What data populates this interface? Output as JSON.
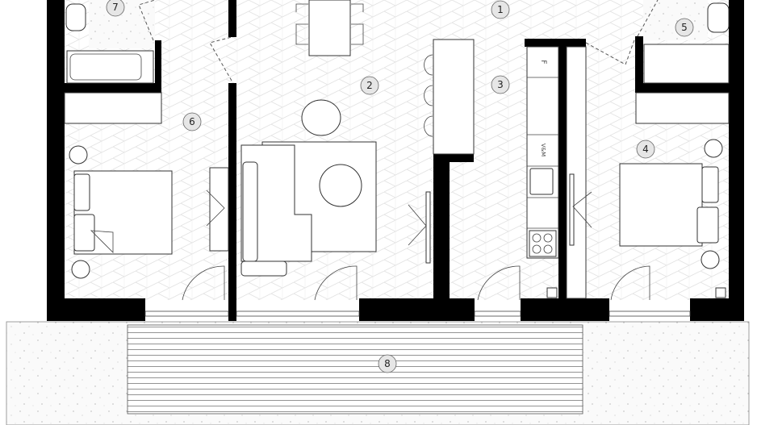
{
  "rooms": [
    {
      "number": "1"
    },
    {
      "number": "2"
    },
    {
      "number": "3"
    },
    {
      "number": "4"
    },
    {
      "number": "5"
    },
    {
      "number": "6"
    },
    {
      "number": "7"
    },
    {
      "number": "8"
    }
  ],
  "kitchen_labels": {
    "fridge": "F",
    "dishwasher": "V&M"
  },
  "colors": {
    "wall": "#000000",
    "floor_pattern": "#dcdcdc",
    "badge_fill": "#e6e6e6",
    "terrace": "#f4f4f4"
  }
}
